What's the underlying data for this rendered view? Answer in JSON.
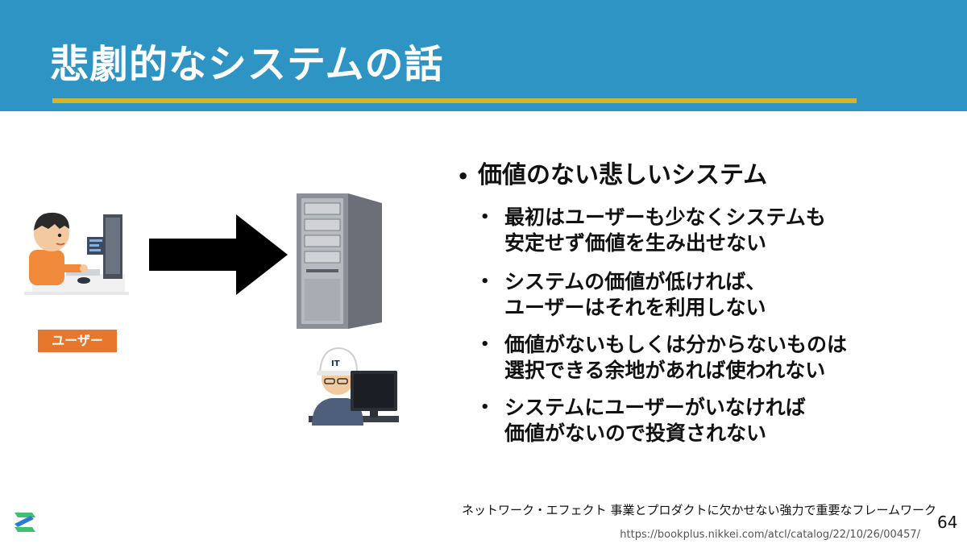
{
  "slide": {
    "title": "悲劇的なシステムの話",
    "user_label": "ユーザー",
    "main_bullet": "価値のない悲しいシステム",
    "sub_bullets": [
      {
        "line1": "最初はユーザーも少なくシステムも",
        "line2": "安定せず価値を生み出せない"
      },
      {
        "line1": "システムの価値が低ければ、",
        "line2": "ユーザーはそれを利用しない"
      },
      {
        "line1": "価値がないもしくは分からないものは",
        "line2": "選択できる余地があれば使われない"
      },
      {
        "line1": "システムにユーザーがいなければ",
        "line2": "価値がないので投資されない"
      }
    ],
    "engineer_hat_text": "IT",
    "source": "ネットワーク・エフェクト 事業とプロダクトに欠かせない強力で重要なフレームワーク",
    "url": "https://bookplus.nikkei.com/atcl/catalog/22/10/26/00457/",
    "page_number": "64"
  },
  "colors": {
    "header": "#2e94c4",
    "accent_line": "#d4b52e",
    "user_tag": "#e8772e",
    "logo_green": "#3fbf6f",
    "logo_blue": "#2a7ad9"
  }
}
